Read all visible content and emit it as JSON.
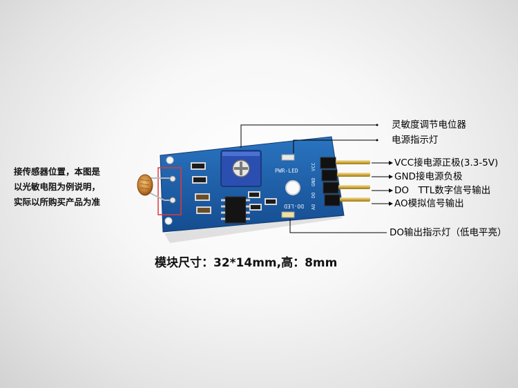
{
  "labels": {
    "sensitivity_pot": "灵敏度调节电位器",
    "power_led": "电源指示灯",
    "vcc_pin": "VCC接电源正极(3.3-5V)",
    "gnd_pin": "GND接电源负极",
    "do_pin": "DO　TTL数字信号输出",
    "ao_pin": "AO模拟信号输出",
    "do_led": "DO输出指示灯（低电平亮）"
  },
  "sensor_note": {
    "line1": "接传感器位置，本图是",
    "line2": "以光敏电阻为例说明，",
    "line3": "实际以所购买产品为准"
  },
  "caption": "模块尺寸：32*14mm,高：8mm",
  "board_silkscreen": {
    "pwr_led": "PWR-LED",
    "do_led": "DO-LED",
    "pins": [
      "VCC",
      "GND",
      "DO",
      "AO"
    ]
  },
  "colors": {
    "pcb_blue": "#1a5fa8",
    "pot_blue": "#2a4fb0",
    "highlight_red": "#e0393c",
    "pin_gold": "#d4aa3c"
  }
}
